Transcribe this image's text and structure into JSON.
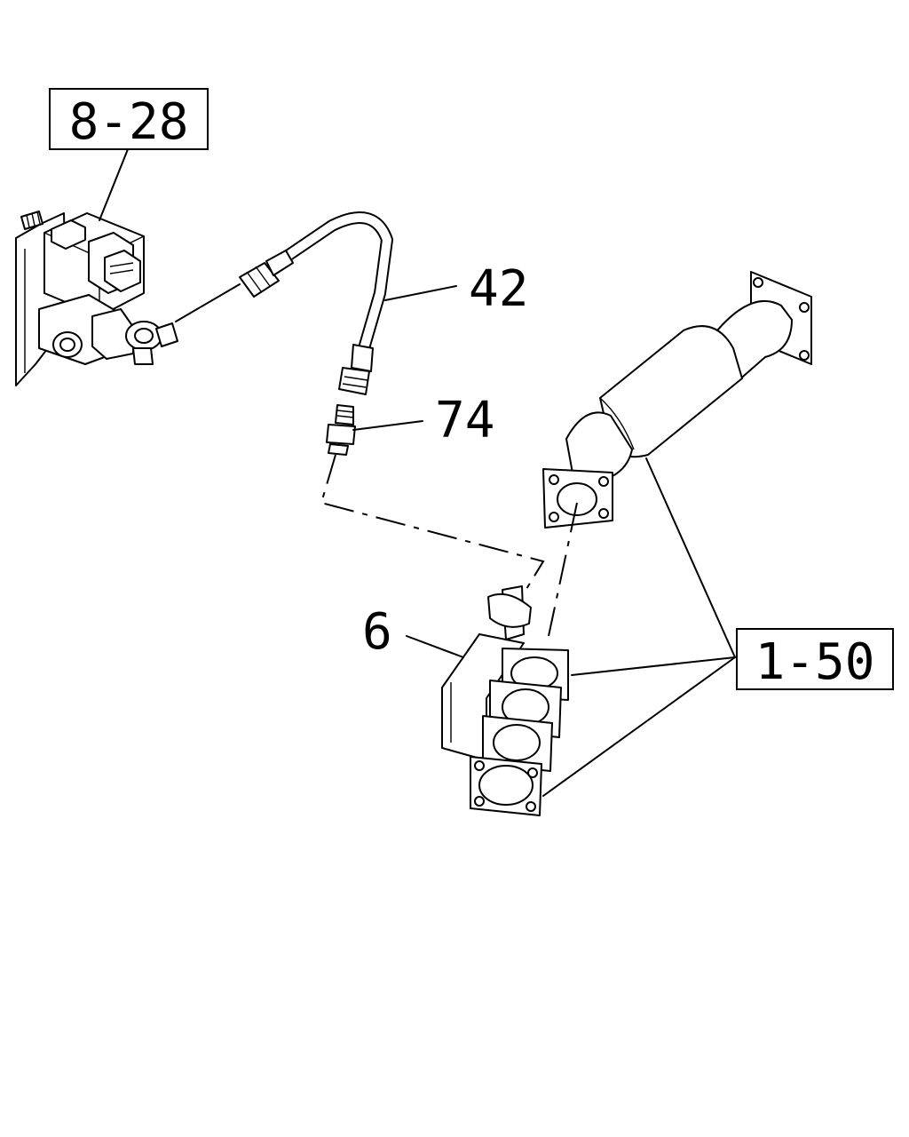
{
  "callouts": {
    "ref_8_28": "8-28",
    "part_42": "42",
    "part_74": "74",
    "part_6": "6",
    "ref_1_50": "1-50"
  }
}
